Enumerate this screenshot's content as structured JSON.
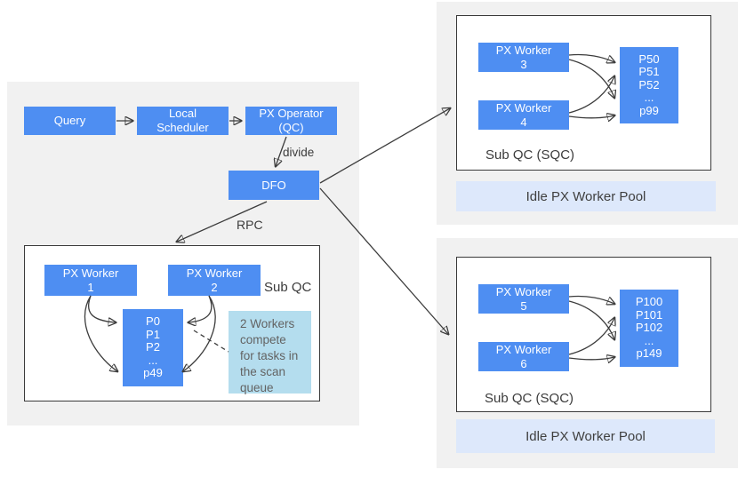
{
  "flow": {
    "query": "Query",
    "scheduler": "Local\nScheduler",
    "operator": "PX Operator\n(QC)",
    "dfo": "DFO",
    "divide_label": "divide",
    "rpc_label": "RPC"
  },
  "local_sqc": {
    "label": "Sub QC",
    "worker1": "PX Worker\n1",
    "worker2": "PX Worker\n2",
    "queue": [
      "P0",
      "P1",
      "P2",
      "...",
      "p49"
    ],
    "note": "2 Workers\ncompete\nfor tasks in\nthe scan\nqueue"
  },
  "sqc_top": {
    "label": "Sub QC (SQC)",
    "worker1": "PX Worker\n3",
    "worker2": "PX Worker\n4",
    "queue": [
      "P50",
      "P51",
      "P52",
      "...",
      "p99"
    ],
    "idle_pool": "Idle PX Worker Pool"
  },
  "sqc_bottom": {
    "label": "Sub QC (SQC)",
    "worker1": "PX Worker\n5",
    "worker2": "PX Worker\n6",
    "queue": [
      "P100",
      "P101",
      "P102",
      "...",
      "p149"
    ],
    "idle_pool": "Idle PX Worker Pool"
  },
  "colors": {
    "box_blue": "#4e8ef2",
    "panel_gray": "#f1f1f1",
    "note_blue": "#b4ddee",
    "pool_blue": "#dde8fb",
    "line": "#3c3c3c"
  }
}
